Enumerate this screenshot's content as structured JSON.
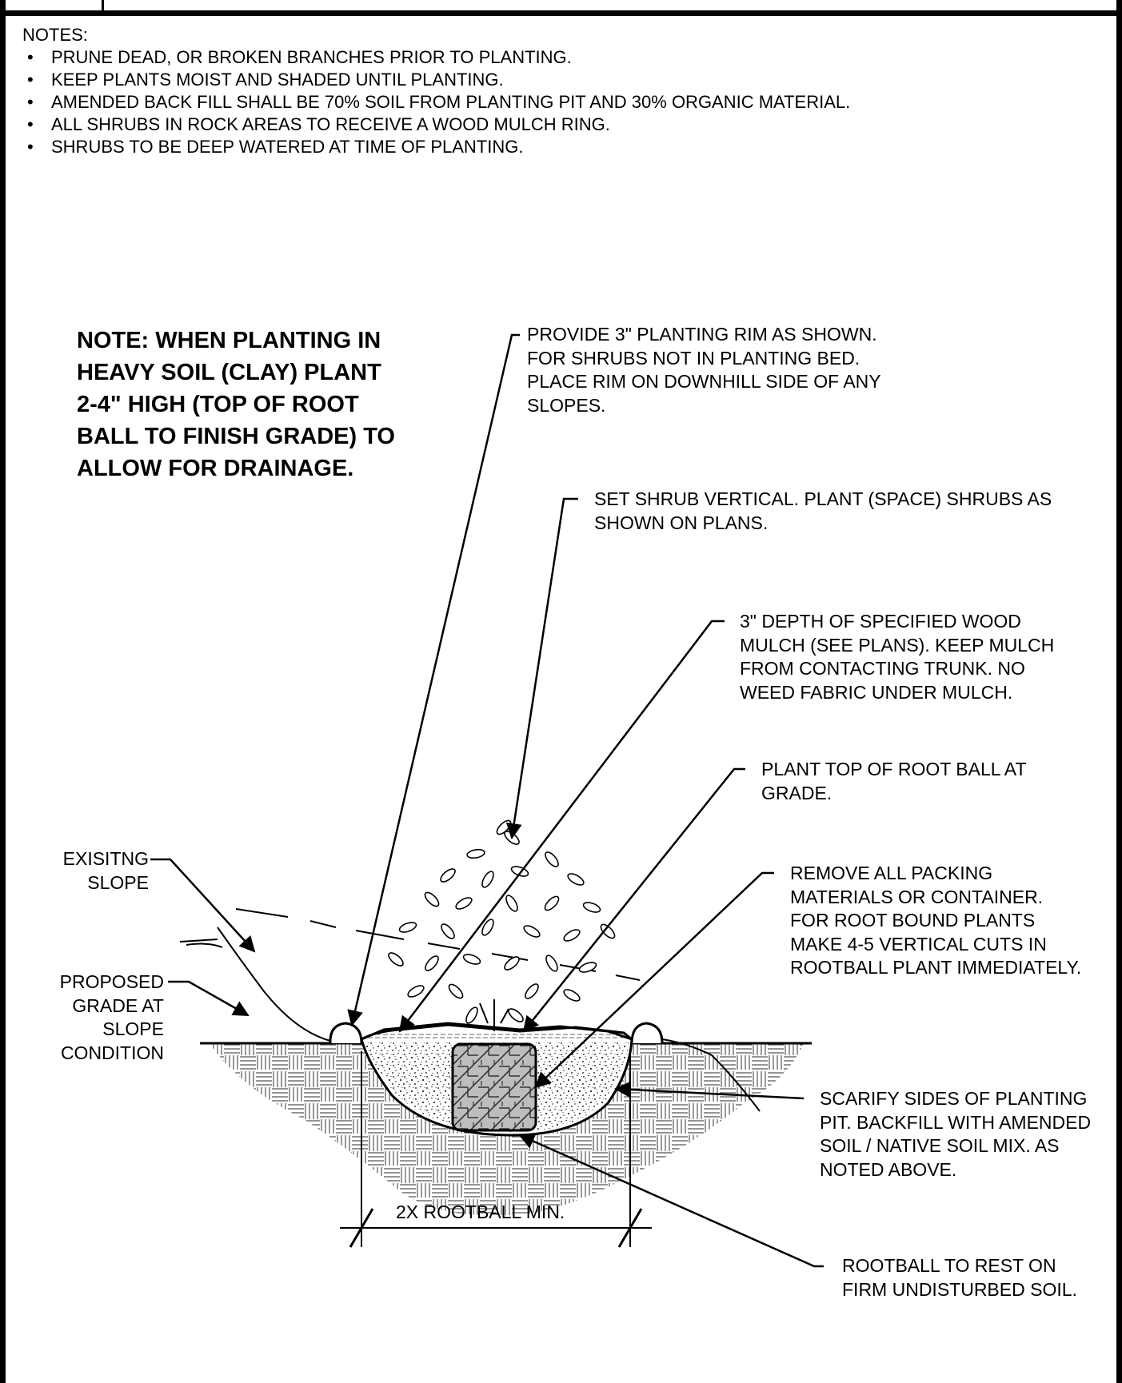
{
  "notes": {
    "heading": "NOTES:",
    "items": [
      "PRUNE DEAD, OR BROKEN BRANCHES PRIOR TO PLANTING.",
      "KEEP PLANTS MOIST AND SHADED UNTIL PLANTING.",
      "AMENDED BACK FILL SHALL BE 70% SOIL FROM PLANTING PIT AND 30% ORGANIC MATERIAL.",
      "ALL SHRUBS IN ROCK AREAS TO RECEIVE A WOOD MULCH RING.",
      "SHRUBS TO BE DEEP WATERED AT TIME OF PLANTING."
    ]
  },
  "heavy_soil_note": {
    "lines": [
      "NOTE: WHEN PLANTING IN",
      "HEAVY SOIL (CLAY) PLANT",
      "2-4\" HIGH (TOP OF ROOT",
      "BALL TO FINISH GRADE) TO",
      "ALLOW FOR DRAINAGE."
    ]
  },
  "callouts": {
    "planting_rim": [
      "PROVIDE 3\" PLANTING RIM AS SHOWN.",
      "FOR SHRUBS NOT IN PLANTING BED.",
      "PLACE RIM ON DOWNHILL SIDE OF ANY",
      "SLOPES."
    ],
    "set_shrub": [
      "SET SHRUB VERTICAL. PLANT (SPACE) SHRUBS AS",
      "SHOWN ON PLANS."
    ],
    "mulch": [
      "3\" DEPTH OF SPECIFIED WOOD",
      "MULCH (SEE PLANS). KEEP MULCH",
      "FROM CONTACTING TRUNK. NO",
      "WEED FABRIC UNDER MULCH."
    ],
    "root_ball_grade": [
      "PLANT TOP OF ROOT BALL AT",
      "GRADE."
    ],
    "packing": [
      "REMOVE ALL PACKING",
      "MATERIALS OR CONTAINER.",
      "FOR ROOT BOUND PLANTS",
      "MAKE 4-5 VERTICAL CUTS IN",
      "ROOTBALL PLANT IMMEDIATELY."
    ],
    "existing_slope": [
      "EXISITNG",
      "SLOPE"
    ],
    "proposed_grade": [
      "PROPOSED",
      "GRADE AT",
      "SLOPE",
      "CONDITION"
    ],
    "scarify": [
      "SCARIFY SIDES OF PLANTING",
      "PIT. BACKFILL WITH AMENDED",
      "SOIL / NATIVE SOIL MIX. AS",
      "NOTED ABOVE."
    ],
    "rootball_rest": [
      "ROOTBALL TO REST ON",
      "FIRM UNDISTURBED SOIL."
    ]
  },
  "dimension": {
    "label": "2X ROOTBALL MIN."
  }
}
